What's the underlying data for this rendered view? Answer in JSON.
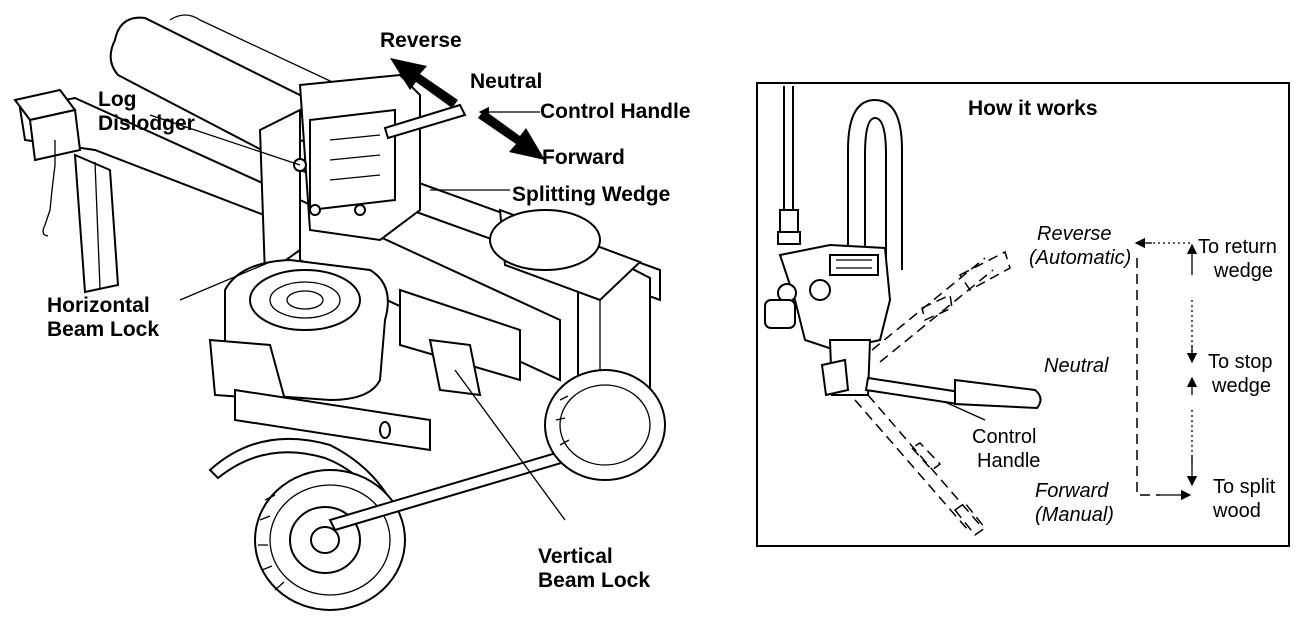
{
  "left_figure": {
    "labels": {
      "reverse": "Reverse",
      "neutral": "Neutral",
      "control_handle": "Control Handle",
      "log_line1": "Log",
      "log_line2": "Dislodger",
      "forward": "Forward",
      "splitting_wedge": "Splitting Wedge",
      "horizontal_line1": "Horizontal",
      "horizontal_line2": "Beam Lock",
      "vertical_line1": "Vertical",
      "vertical_line2": "Beam Lock"
    }
  },
  "inset": {
    "title": "How it works",
    "reverse": "Reverse",
    "automatic": "(Automatic)",
    "neutral": "Neutral",
    "forward": "Forward",
    "manual": "(Manual)",
    "control": "Control",
    "handle": "Handle",
    "to_return": "To return",
    "wedge1": "wedge",
    "to_stop": "To stop",
    "wedge2": "wedge",
    "to_split": "To split",
    "wood": "wood"
  }
}
